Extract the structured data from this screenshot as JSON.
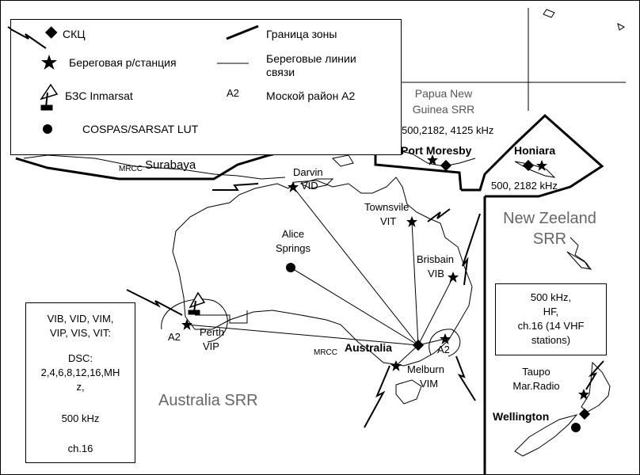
{
  "legend": {
    "scc": "СКЦ",
    "zone_border": "Граница зоны",
    "coast_station": "Береговая р/станция",
    "coast_lines_1": "Береговые линии",
    "coast_lines_2": "связи",
    "inmarsat": "БЗС Inmarsat",
    "a2_tag": "A2",
    "sea_area": "Моской район A2",
    "cospas": "COSPAS/SARSAT LUT"
  },
  "regions": {
    "png_line1": "Papua New",
    "png_line2": "Guinea SRR",
    "png_freq": "500,2182, 4125 kHz",
    "nz_line1": "New Zeeland",
    "nz_line2": "SRR",
    "aus_srr": "Australia SRR",
    "solomon_freq": "500, 2182 kHz"
  },
  "places": {
    "port_moresby": "Port Moresby",
    "honiara": "Honiara",
    "mrcc_tag": "MRCC",
    "surabaya": "Surabaya",
    "darwin": "Darvin",
    "darwin_code": "VID",
    "townsville": "Townsvile",
    "townsville_code": "VIT",
    "alice_1": "Alice",
    "alice_2": "Springs",
    "brisbane": "Brisbain",
    "brisbane_code": "VIB",
    "perth": "Perth",
    "perth_code": "VIP",
    "perth_a2": "A2",
    "australia": "Australia",
    "east_a2": "A2",
    "melbourne": "Melburn",
    "melbourne_code": "VIM",
    "taupo_1": "Taupo",
    "taupo_2": "Mar.Radio",
    "wellington": "Wellington"
  },
  "info_left": {
    "line1": "VIB, VID, VIM,",
    "line2": "VIP, VIS, VIT:",
    "line3": "DSC:",
    "line4": "2,4,6,8,12,16,MH",
    "line5": "z,",
    "line6": "500 kHz",
    "line7": "ch.16"
  },
  "info_right": {
    "line1": "500 kHz,",
    "line2": "HF,",
    "line3": "ch.16 (14 VHF",
    "line4": "stations)"
  }
}
